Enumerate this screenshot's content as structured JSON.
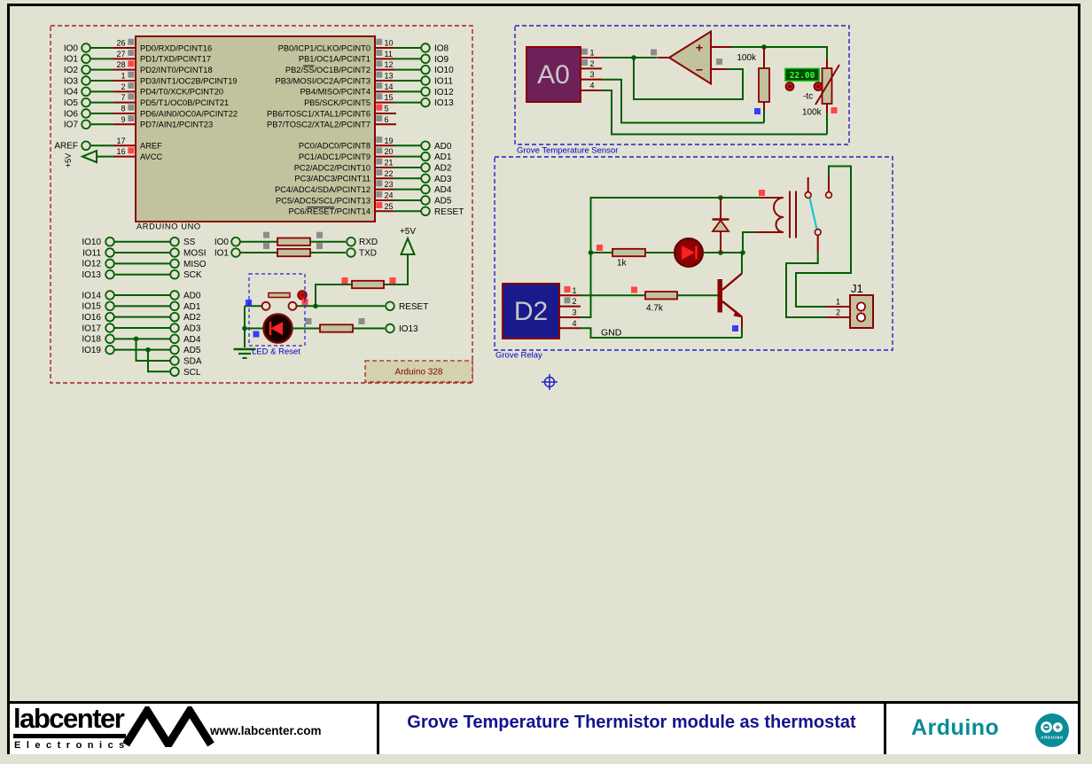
{
  "titlebar": {
    "brand": "labcenter",
    "brand_sub": "Electronics",
    "url": "www.labcenter.com",
    "title": "Grove Temperature Thermistor module as thermostat",
    "project": "Arduino",
    "logo_text": "ARDUINO"
  },
  "arduino": {
    "section_label": "Arduino 328",
    "chip_caption": "ARDUINO UNO",
    "power_label": "+5V",
    "reset_label": "RESET",
    "io13_label": "IO13",
    "led_reset_label": "LED & Reset",
    "left_pins": [
      {
        "io": "IO0",
        "num": "26",
        "name": "PD0/RXD/PCINT16",
        "sq": "gray"
      },
      {
        "io": "IO1",
        "num": "27",
        "name": "PD1/TXD/PCINT17",
        "sq": "gray"
      },
      {
        "io": "IO2",
        "num": "28",
        "name": "PD2/INT0/PCINT18",
        "sq": "red"
      },
      {
        "io": "IO3",
        "num": "1",
        "name": "PD3/INT1/OC2B/PCINT19",
        "sq": "gray"
      },
      {
        "io": "IO4",
        "num": "2",
        "name": "PD4/T0/XCK/PCINT20",
        "sq": "gray"
      },
      {
        "io": "IO5",
        "num": "7",
        "name": "PD5/T1/OC0B/PCINT21",
        "sq": "gray"
      },
      {
        "io": "IO6",
        "num": "8",
        "name": "PD6/AIN0/OC0A/PCINT22",
        "sq": "gray"
      },
      {
        "io": "IO7",
        "num": "9",
        "name": "PD7/AIN1/PCINT23",
        "sq": "gray"
      }
    ],
    "aref": {
      "io": "AREF",
      "num": "17",
      "name": "AREF"
    },
    "avcc": {
      "num": "16",
      "name": "AVCC",
      "sq": "red"
    },
    "pb_pins": [
      {
        "io": "IO8",
        "num": "10",
        "name": "PB0/ICP1/CLKO/PCINT0",
        "sq": "gray"
      },
      {
        "io": "IO9",
        "num": "11",
        "name": "PB1/OC1A/PCINT1",
        "sq": "gray"
      },
      {
        "io": "IO10",
        "num": "12",
        "name": "PB2/SS/OC1B/PCINT2",
        "sq": "gray",
        "overline": [
          4,
          2
        ]
      },
      {
        "io": "IO11",
        "num": "13",
        "name": "PB3/MOSI/OC2A/PCINT3",
        "sq": "gray"
      },
      {
        "io": "IO12",
        "num": "14",
        "name": "PB4/MISO/PCINT4",
        "sq": "gray"
      },
      {
        "io": "IO13",
        "num": "15",
        "name": "PB5/SCK/PCINT5",
        "sq": "gray"
      },
      {
        "io": null,
        "num": "5",
        "name": "PB6/TOSC1/XTAL1/PCINT6",
        "sq": "red"
      },
      {
        "io": null,
        "num": "6",
        "name": "PB7/TOSC2/XTAL2/PCINT7",
        "sq": "gray"
      }
    ],
    "pc_pins": [
      {
        "io": "AD0",
        "num": "19",
        "name": "PC0/ADC0/PCINT8",
        "sq": "gray"
      },
      {
        "io": "AD1",
        "num": "20",
        "name": "PC1/ADC1/PCINT9",
        "sq": "gray"
      },
      {
        "io": "AD2",
        "num": "21",
        "name": "PC2/ADC2/PCINT10",
        "sq": "gray"
      },
      {
        "io": "AD3",
        "num": "22",
        "name": "PC3/ADC3/PCINT11",
        "sq": "gray"
      },
      {
        "io": "AD4",
        "num": "23",
        "name": "PC4/ADC4/SDA/PCINT12",
        "sq": "gray"
      },
      {
        "io": "AD5",
        "num": "24",
        "name": "PC5/ADC5/SCL/PCINT13",
        "sq": "gray"
      },
      {
        "io": "RESET",
        "num": "25",
        "name": "PC6/RESET/PCINT14",
        "sq": "red",
        "overline": [
          4,
          5
        ]
      }
    ],
    "spi_rows": [
      [
        "IO10",
        "SS"
      ],
      [
        "IO11",
        "MOSI"
      ],
      [
        "IO12",
        "MISO"
      ],
      [
        "IO13",
        "SCK"
      ]
    ],
    "adc_rows": [
      [
        "IO14",
        "AD0"
      ],
      [
        "IO15",
        "AD1"
      ],
      [
        "IO16",
        "AD2"
      ],
      [
        "IO17",
        "AD3"
      ],
      [
        "IO18",
        "AD4"
      ],
      [
        "IO19",
        "AD5"
      ]
    ],
    "i2c_rows": [
      "SDA",
      "SCL"
    ],
    "serial_rows": [
      [
        "IO0",
        "RXD"
      ],
      [
        "IO1",
        "TXD"
      ]
    ]
  },
  "temp_sensor": {
    "section_label": "Grove Temperature Sensor",
    "block_label": "A0",
    "pin_numbers": [
      "1",
      "2",
      "3",
      "4"
    ],
    "opamp_plus": "+",
    "opamp_minus": "−",
    "r1_value": "100k",
    "thermistor_value": "100k",
    "thermistor_display": "22.00",
    "thermistor_tc": "-tc"
  },
  "relay": {
    "section_label": "Grove Relay",
    "block_label": "D2",
    "pin_numbers": [
      "1",
      "2",
      "3",
      "4"
    ],
    "r1_value": "1k",
    "r2_value": "4.7k",
    "gnd_label": "GND",
    "connector_label": "J1",
    "connector_pins": [
      "1",
      "2"
    ]
  },
  "colors": {
    "background": "#E2E2D2",
    "part_fill": "#C2C29E",
    "pin_red": "#8B0000",
    "wire": "#005E00",
    "sq_gray": "#8C8C8C",
    "sq_red": "#FF4545",
    "sq_blue": "#3A3AFF",
    "dash_red": "#A62121",
    "dash_blue": "#2121C8",
    "blue_text": "#0000CC",
    "block_a0": "#6E2158",
    "block_d2": "#1A1A8C",
    "block_text": "#C8C8C8",
    "led_dark": "#140202",
    "led_red": "#FF2424",
    "relay_led": "#8B0202",
    "display_bg": "#004A00",
    "display_border": "#00AE00",
    "display_text": "#3CFF3C",
    "cyan": "#19C6CE",
    "navy": "#14148C",
    "teal": "#0A8C96",
    "button_red": "#CE1010",
    "label_box_fill": "#D2D2AC"
  }
}
